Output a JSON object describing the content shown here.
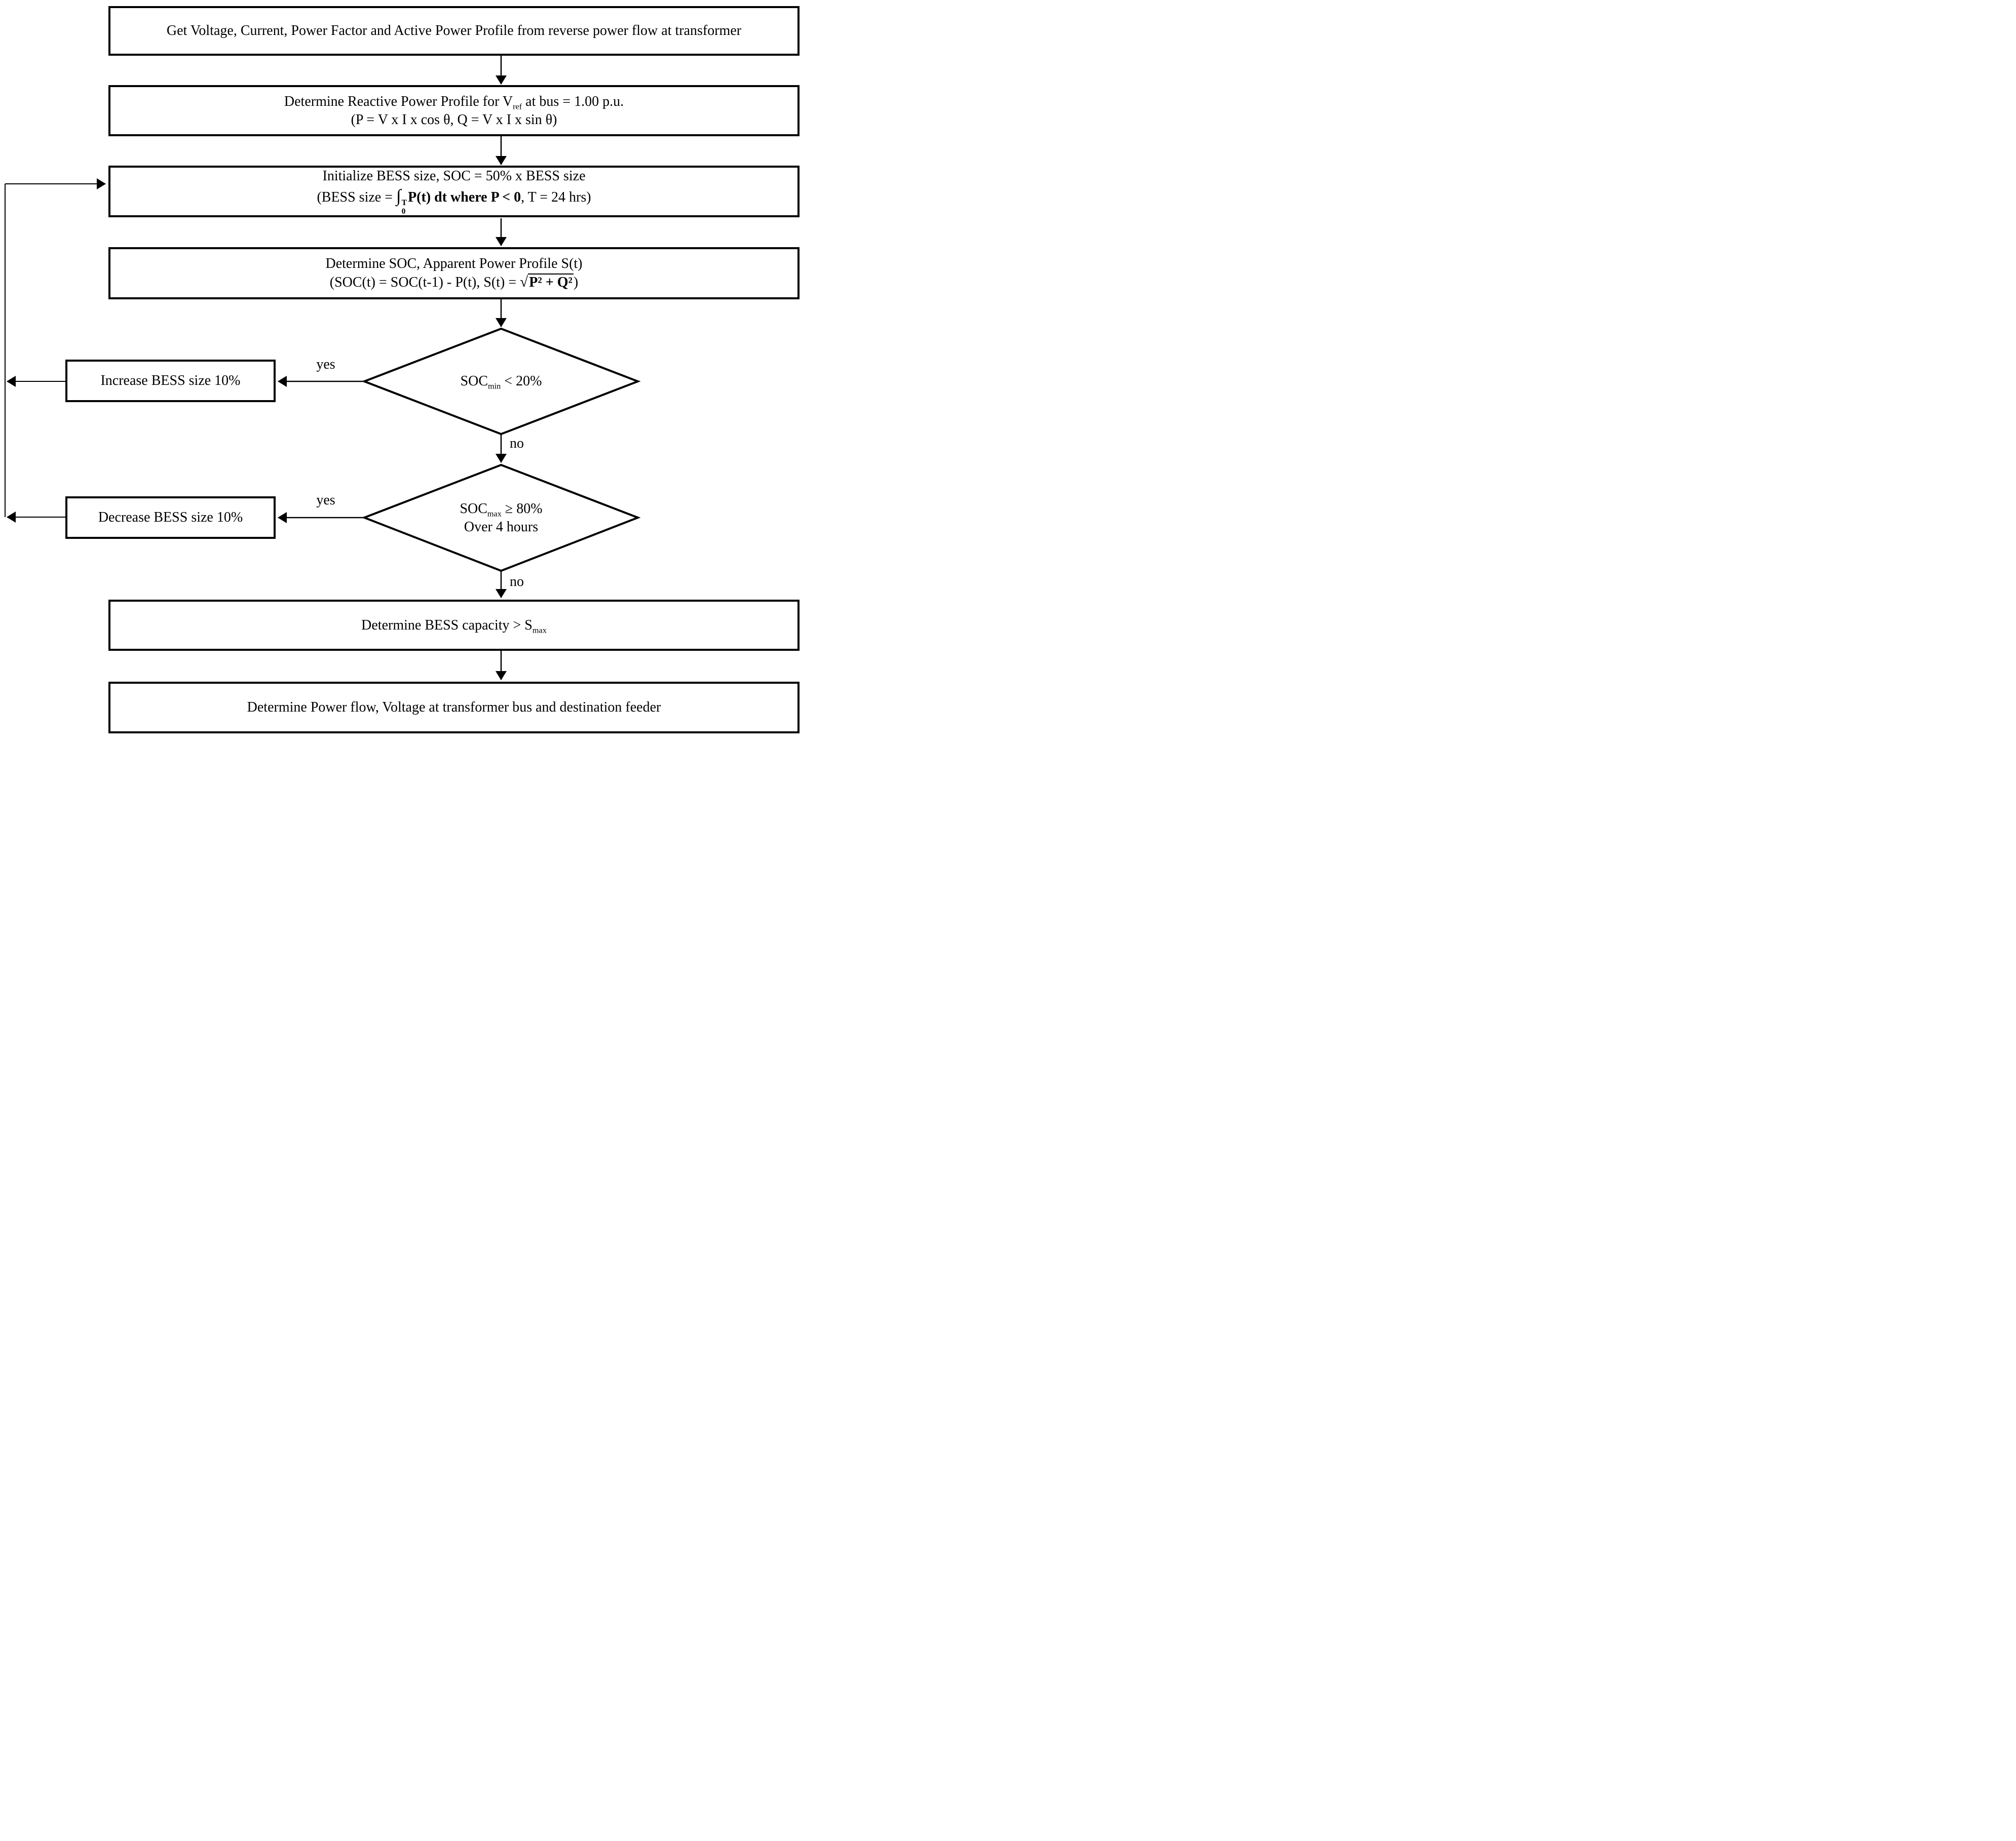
{
  "colors": {
    "ink": "#000000",
    "paper": "#ffffff"
  },
  "boxes": {
    "b1": {
      "text": "Get Voltage, Current, Power Factor and Active Power Profile from reverse power flow at transformer"
    },
    "b2": {
      "l1a": "Determine Reactive Power Profile for V",
      "l1sub": "ref",
      "l1b": " at bus = 1.00 p.u.",
      "l2": "(P = V x I x cos θ, Q = V x I x sin θ)"
    },
    "b3": {
      "l1": "Initialize BESS size, SOC = 50% x BESS size",
      "l2a": "(BESS size = ",
      "int_sign": "∫",
      "int_sup": "T",
      "int_sub": "0",
      "int_body": "P(t) dt where P < 0",
      "l2b": ", T = 24 hrs)"
    },
    "b4": {
      "l1": "Determine SOC, Apparent Power Profile S(t)",
      "l2a": "(SOC(t) = SOC(t-1) - P(t), S(t) = ",
      "sqrt_sign": "√",
      "radicand": "P² + Q²",
      "l2b": ")"
    },
    "b5": {
      "a": "Determine BESS capacity > S",
      "sub": "max"
    },
    "b6": {
      "text": "Determine Power flow, Voltage at transformer bus and destination feeder"
    }
  },
  "decisions": {
    "d1": {
      "a": "SOC",
      "sub": "min",
      "b": " < 20%"
    },
    "d2": {
      "a": "SOC",
      "sub": "max",
      "b": " ≥ 80%",
      "line2": "Over 4 hours"
    }
  },
  "actions": {
    "increase": "Increase BESS size 10%",
    "decrease": "Decrease BESS size 10%"
  },
  "labels": {
    "yes1": "yes",
    "no1": "no",
    "yes2": "yes",
    "no2": "no"
  }
}
